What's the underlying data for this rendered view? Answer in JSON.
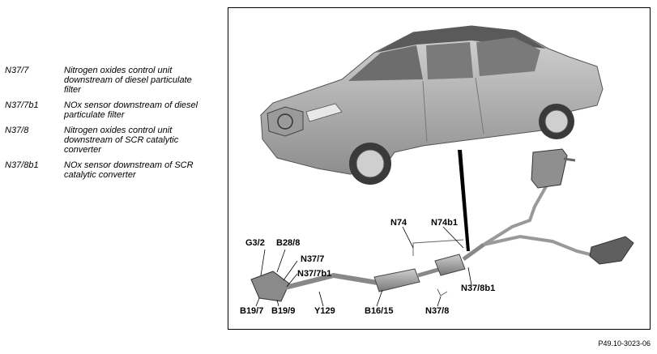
{
  "legend": [
    {
      "code": "N37/7",
      "description": "Nitrogen oxides control unit downstream of diesel particulate filter"
    },
    {
      "code": "N37/7b1",
      "description": "NOx sensor downstream of diesel particulate filter"
    },
    {
      "code": "N37/8",
      "description": "Nitrogen oxides control unit downstream of SCR catalytic converter"
    },
    {
      "code": "N37/8b1",
      "description": "NOx sensor downstream of SCR catalytic converter"
    }
  ],
  "callouts": {
    "g3_2": "G3/2",
    "b28_8": "B28/8",
    "n37_7": "N37/7",
    "n37_7b1": "N37/7b1",
    "b19_7": "B19/7",
    "b19_9": "B19/9",
    "y129": "Y129",
    "b16_15": "B16/15",
    "n37_8": "N37/8",
    "n37_8b1": "N37/8b1",
    "n74": "N74",
    "n74b1": "N74b1"
  },
  "figure_ref": "P49.10-3023-06",
  "colors": {
    "car_body": "#b8b8b8",
    "car_dark": "#4a4a4a",
    "exhaust": "#9c9c9c",
    "frame": "#000000"
  }
}
